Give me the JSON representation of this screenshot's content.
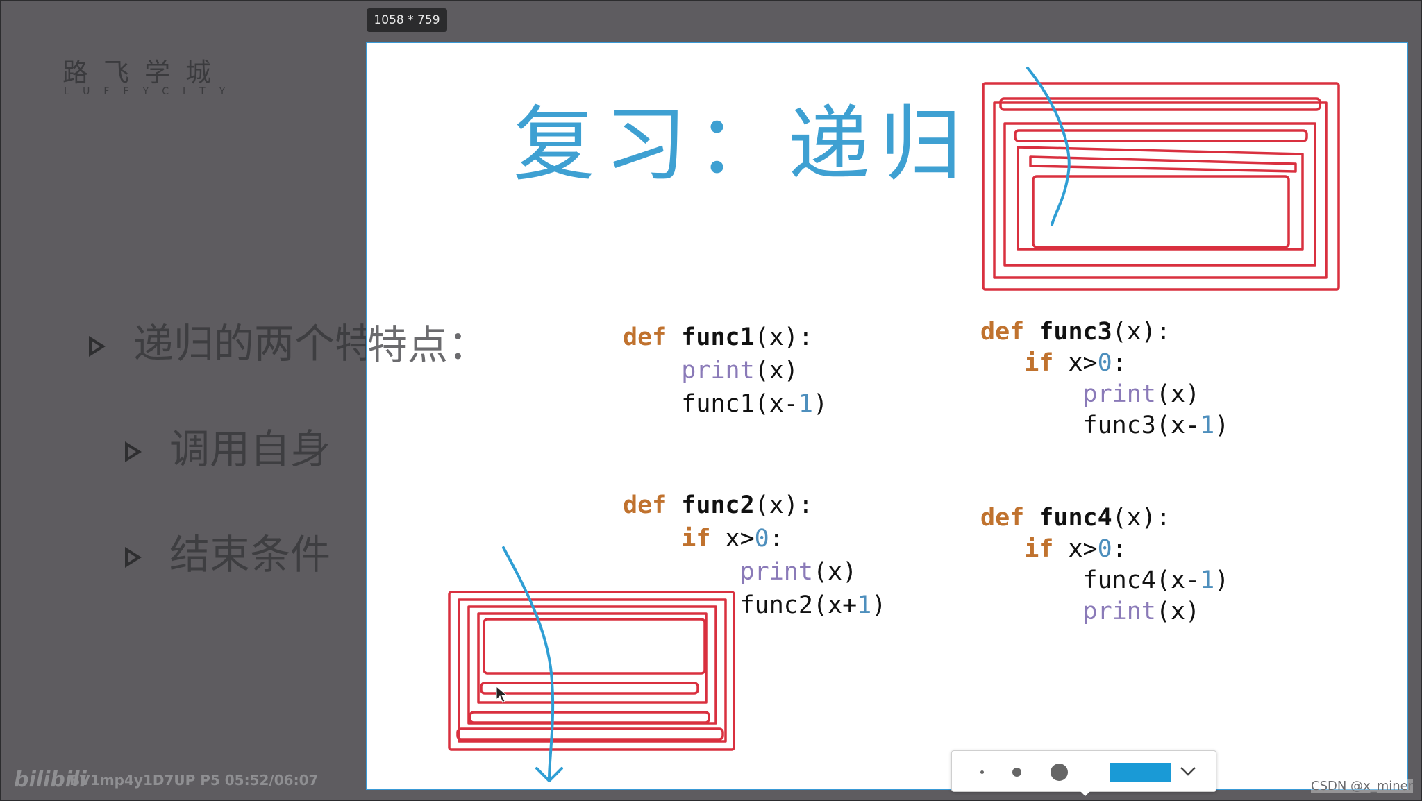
{
  "logo": {
    "cn": "路飞学城",
    "en": "LUFFYCITY"
  },
  "slide": {
    "bullets": [
      "递归的两个特点：",
      "调用自身",
      "结束条件"
    ],
    "overflow_text": "特点："
  },
  "selection": {
    "size_label": "1058 * 759"
  },
  "canvas": {
    "title": "复习：递归",
    "code": {
      "func1": [
        "def",
        "func1",
        "(x):",
        "print",
        "(x)",
        "func1(x-",
        "1",
        ")"
      ],
      "func2": [
        "def",
        "func2",
        "(x):",
        "if",
        " x>",
        "0",
        ":",
        "print",
        "(x)",
        "func2(x+",
        "1",
        ")"
      ],
      "func3": [
        "def",
        "func3",
        "(x):",
        "if",
        " x>",
        "0",
        ":",
        "print",
        "(x)",
        "func3(x-",
        "1",
        ")"
      ],
      "func4": [
        "def",
        "func4",
        "(x):",
        "if",
        " x>",
        "0",
        ":",
        "func4(x-",
        "1",
        ")",
        "print",
        "(x)"
      ]
    }
  },
  "toolbar": {
    "pen_sizes": [
      "small",
      "medium",
      "large"
    ],
    "selected_color": "#1a9ad6",
    "icons": [
      "dot-small-icon",
      "dot-medium-icon",
      "dot-large-icon",
      "chevron-down-icon"
    ]
  },
  "colors": {
    "title": "#3ea0d2",
    "box": "#d9303f",
    "arrow": "#2f9ed4",
    "keyword": "#c0722e",
    "builtin": "#8a7ab8",
    "number": "#4e8fbd"
  },
  "watermark": {
    "logo": "bilibili",
    "info": "BV1mp4y1D7UP P5 05:52/06:07",
    "csdn": "CSDN @x_miner"
  }
}
